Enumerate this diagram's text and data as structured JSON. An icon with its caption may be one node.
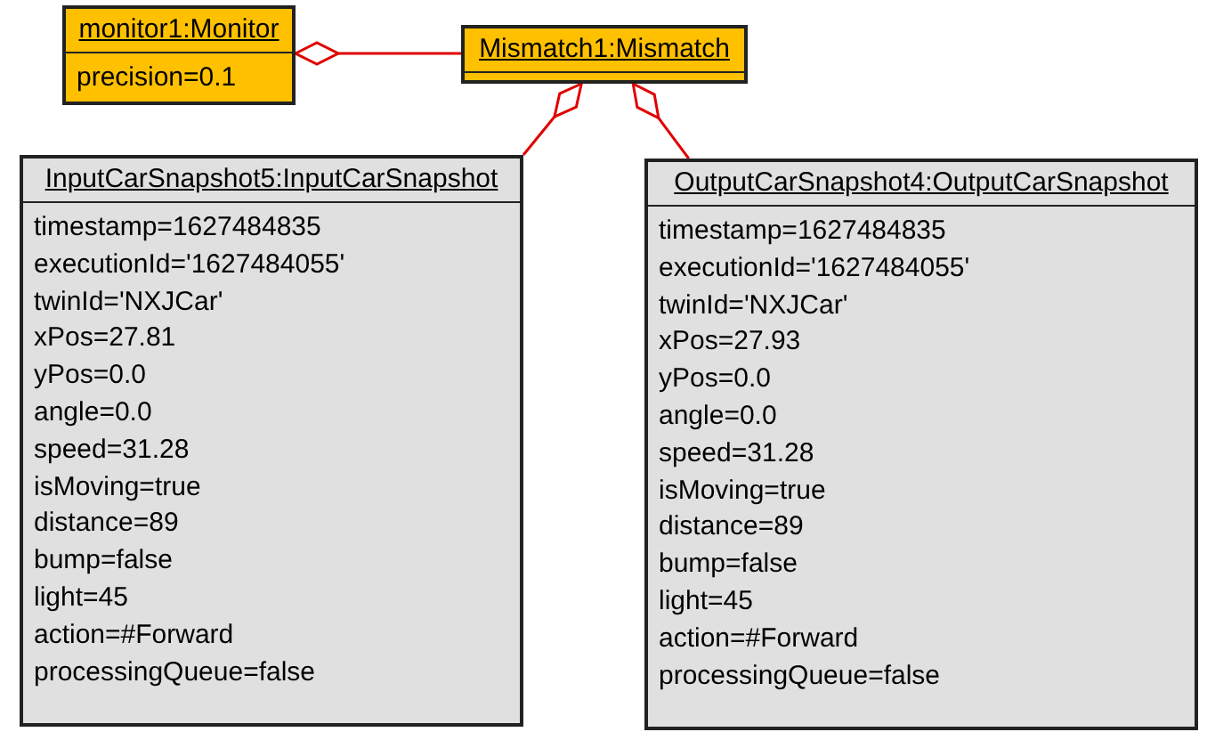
{
  "diagram": {
    "nodes": [
      {
        "text": [
          "monitor1:Monitor",
          "precision=0.1"
        ]
      },
      {
        "text": [
          "Mismatch1:Mismatch"
        ]
      },
      {
        "text": [
          "InputCarSnapshot5:InputCarSnapshot",
          "timestamp=1627484835",
          "executionId='1627484055'",
          "twinId='NXJCar'",
          "xPos=27.81",
          "yPos=0.0",
          "angle=0.0",
          "speed=31.28",
          "isMoving=true",
          "distance=89",
          "bump=false",
          "light=45",
          "action=#Forward",
          "processingQueue=false"
        ]
      },
      {
        "text": [
          "OutputCarSnapshot4:OutputCarSnapshot",
          "timestamp=1627484835",
          "executionId='1627484055'",
          "twinId='NXJCar'",
          "xPos=27.93",
          "yPos=0.0",
          "angle=0.0",
          "speed=31.28",
          "isMoving=true",
          "distance=89",
          "bump=false",
          "light=45",
          "action=#Forward",
          "processingQueue=false"
        ]
      }
    ],
    "edges": [
      {
        "from": 0,
        "to": 1,
        "arrow": "other"
      },
      {
        "from": 1,
        "to": 2,
        "arrow": "other"
      },
      {
        "from": 1,
        "to": 3,
        "arrow": "other"
      }
    ]
  }
}
